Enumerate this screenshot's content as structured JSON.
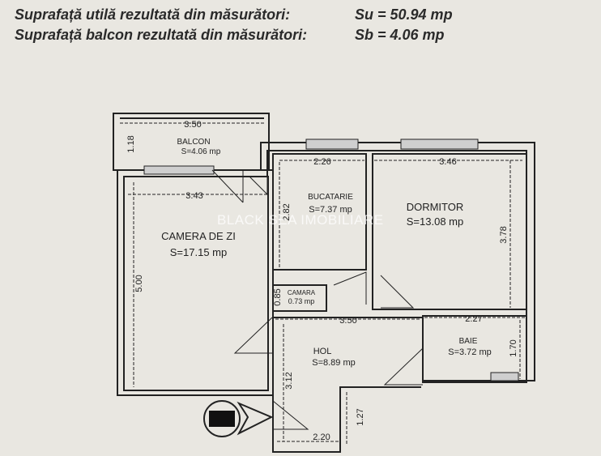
{
  "header": {
    "su_label": "Suprafață utilă rezultată din măsurători:",
    "su_value": "Su =  50.94 mp",
    "sb_label": "Suprafață balcon rezultată din măsurători:",
    "sb_value": "Sb =    4.06 mp"
  },
  "rooms": {
    "balcon": {
      "name": "BALCON",
      "area": "S=4.06 mp"
    },
    "camera": {
      "name": "CAMERA DE ZI",
      "area": "S=17.15 mp"
    },
    "bucatarie": {
      "name": "BUCATARIE",
      "area": "S=7.37 mp"
    },
    "dormitor": {
      "name": "DORMITOR",
      "area": "S=13.08 mp"
    },
    "camara": {
      "name": "CAMARA",
      "area": "0.73 mp"
    },
    "hol": {
      "name": "HOL",
      "area": "S=8.89 mp"
    },
    "baie": {
      "name": "BAIE",
      "area": "S=3.72 mp"
    }
  },
  "dimensions": {
    "balcon_width": "3.50",
    "balcon_depth": "1.18",
    "camera_width": "3.43",
    "camera_length": "5.00",
    "bucatarie_width": "2.26",
    "bucatarie_length": "2.82",
    "dormitor_width": "3.46",
    "dormitor_length": "3.78",
    "camara_side": "0.85",
    "hol_width": "3.50",
    "hol_length": "3.12",
    "baie_width": "2.27",
    "baie_length": "1.70",
    "entrance_length": "1.27",
    "entrance_width": "2.20"
  },
  "watermark": "BLACK SEA IMOBILIARE"
}
